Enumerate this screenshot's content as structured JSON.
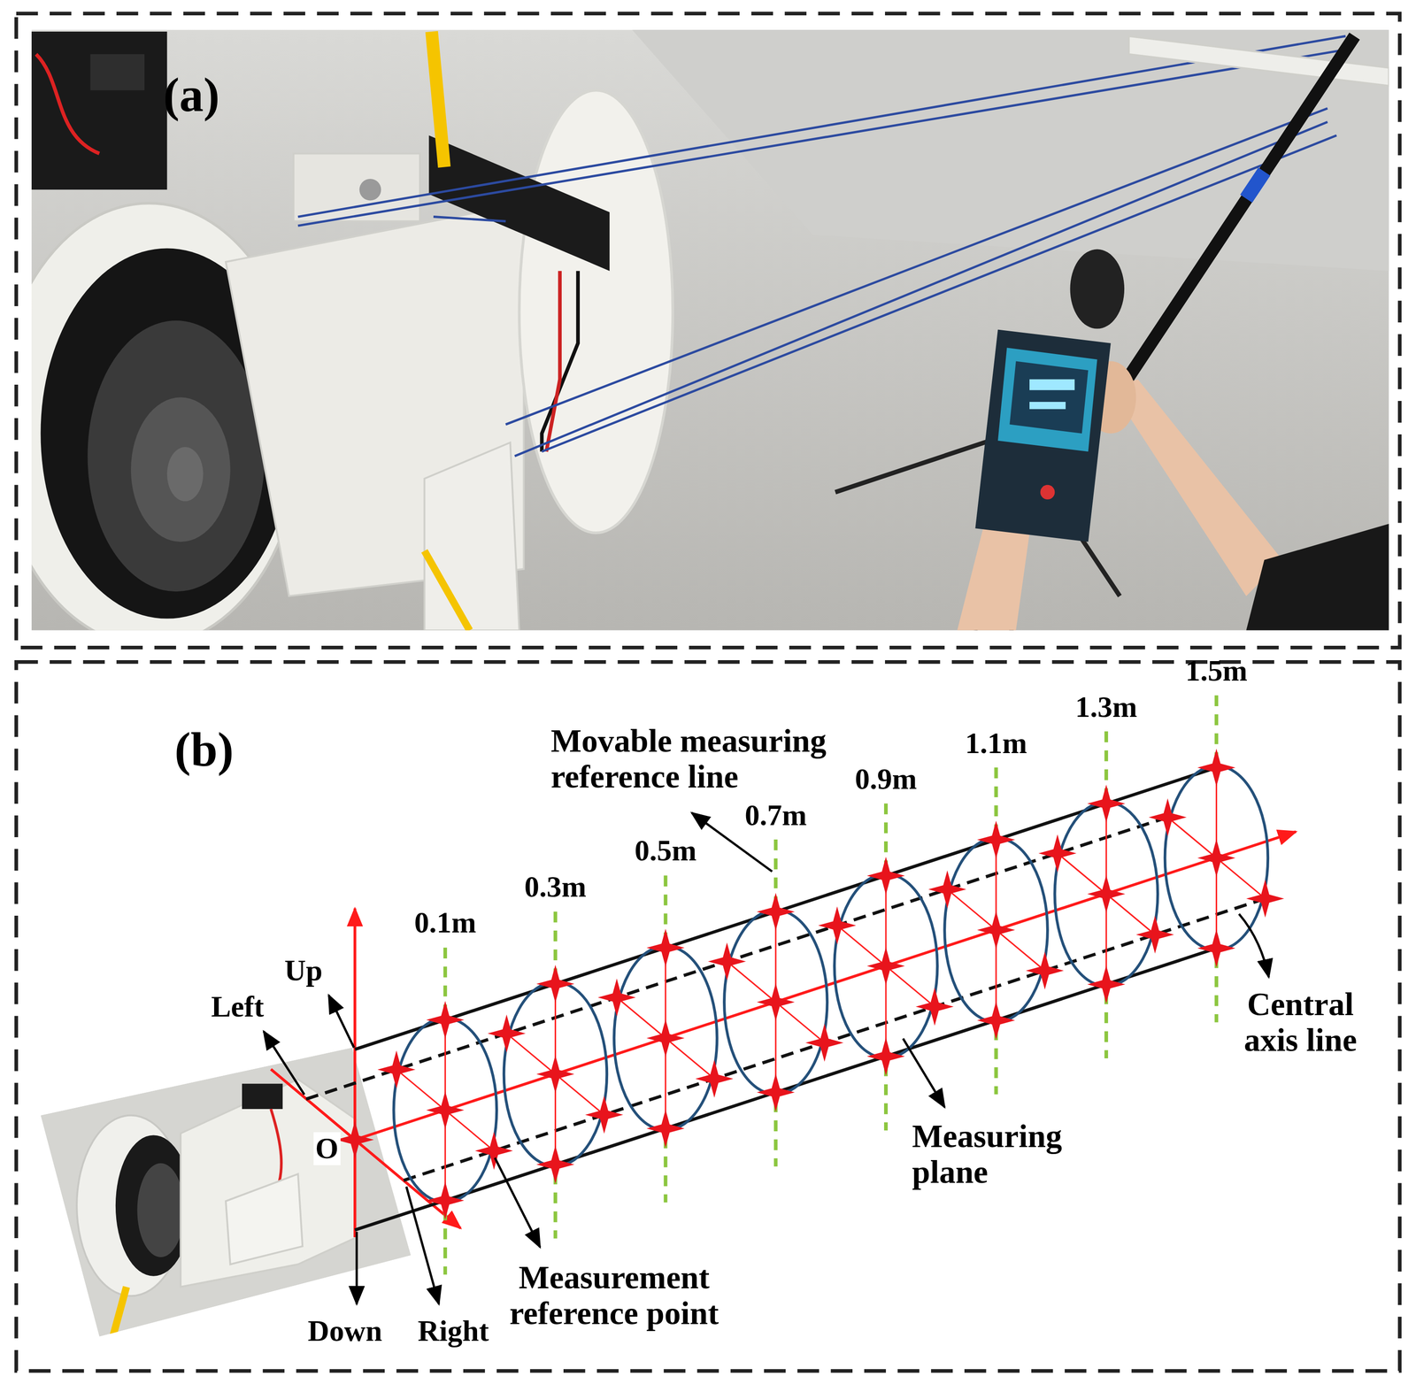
{
  "diagram": {
    "labels": [
      "(a)",
      "(b)",
      "Movable measuring reference line",
      "0.1m",
      "0.3m",
      "0.5m",
      "0.7m",
      "0.9m",
      "1.1m",
      "1.3m",
      "1.5m",
      "Up",
      "Left",
      "O",
      "Central axis line",
      "Measuring plane",
      "Measurement reference point",
      "Down",
      "Right"
    ]
  }
}
